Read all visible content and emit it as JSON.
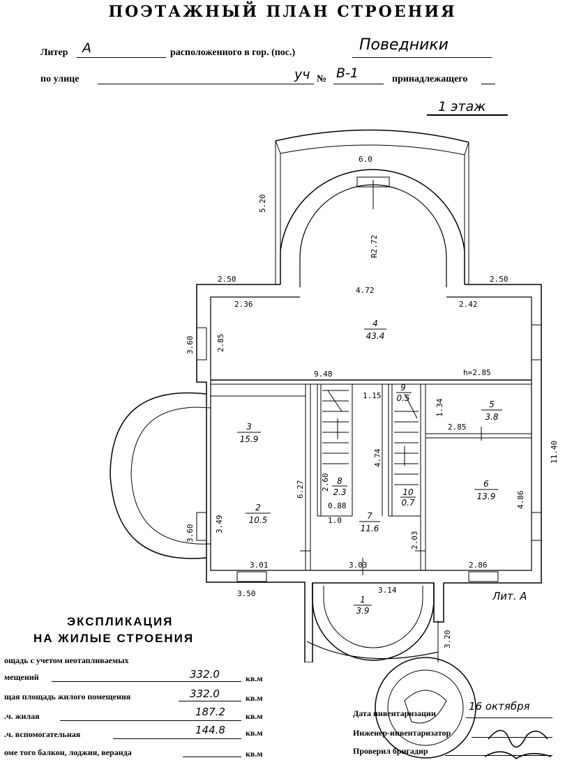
{
  "header": {
    "title": "ПОЭТАЖНЫЙ ПЛАН СТРОЕНИЯ",
    "liter_label": "Литер",
    "liter_value": "А",
    "located_label": "расположенного в гор. (пос.)",
    "settlement": "Поведники",
    "street_label": "по улице",
    "street_value": "уч",
    "number_label": "№",
    "number_value": "В-1",
    "owner_label": "принадлежащего"
  },
  "floor_label": "1 этаж",
  "plan": {
    "dims": {
      "top_width": "6.0",
      "top_left": "5.20",
      "radius": "R2.72",
      "apse_width": "4.72",
      "left_2_50": "2.50",
      "right_2_50": "2.50",
      "d_2_36": "2.36",
      "d_2_42": "2.42",
      "left_3_60": "3.60",
      "d_2_85": "2.85",
      "d_9_48": "9.48",
      "height": "h=2.85",
      "d_1_15": "1.15",
      "d_1_34": "1.34",
      "right_11_40": "11.40",
      "d_2_85b": "2.85",
      "d_4_74": "4.74",
      "d_6_27": "6.27",
      "d_2_60": "2.60",
      "d_0_88": "0.88",
      "d_1_0": "1.0",
      "d_4_86": "4.86",
      "d_3_49": "3.49",
      "left_3_60b": "3.60",
      "d_2_03": "2.03",
      "d_3_01": "3.01",
      "d_3_03": "3.03",
      "d_2_86": "2.86",
      "d_3_50": "3.50",
      "d_3_14": "3.14",
      "d_3_20": "3.20"
    },
    "rooms": [
      {
        "num": "4",
        "area": "43.4"
      },
      {
        "num": "3",
        "area": "15.9"
      },
      {
        "num": "2",
        "area": "10.5"
      },
      {
        "num": "8",
        "area": "2.3"
      },
      {
        "num": "7",
        "area": "11.6"
      },
      {
        "num": "9",
        "area": "0.5"
      },
      {
        "num": "10",
        "area": "0.7"
      },
      {
        "num": "5",
        "area": "3.8"
      },
      {
        "num": "6",
        "area": "13.9"
      },
      {
        "num": "1",
        "area": "3.9"
      }
    ],
    "lit_label": "Лит. А"
  },
  "explication": {
    "title_1": "ЭКСПЛИКАЦИЯ",
    "title_2": "НА ЖИЛЫЕ СТРОЕНИЯ",
    "row1_a": "ощадь с учетом неотапливаемых",
    "row1_b": "мещений",
    "row1_value": "332.0",
    "row2": "щая площадь жилого помещения",
    "row2_value": "332.0",
    "row3": ".ч. жилая",
    "row3_value": "187.2",
    "row4": ".ч. вспомогательная",
    "row4_value": "144.8",
    "row5": "оме того балкон, лоджия, веранда",
    "unit": "кв.м"
  },
  "footer": {
    "date_label": "Дата инвентаризации",
    "date_value": "16 октября",
    "engineer_label": "Инженер-инвентаризатор",
    "checked_label": "Проверил бригадир"
  }
}
